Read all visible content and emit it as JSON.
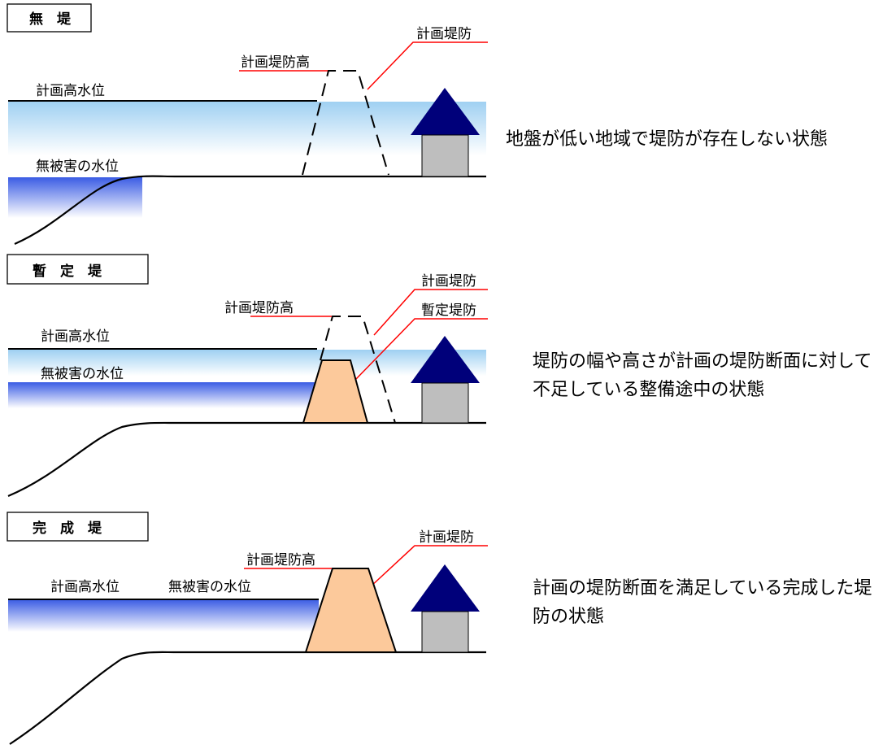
{
  "panels": [
    {
      "title": "無　堤",
      "labels": {
        "high_water": "計画高水位",
        "safe_level": "無被害の水位",
        "levee_height": "計画堤防高",
        "planned_levee": "計画堤防"
      },
      "description": "地盤が低い地域で堤防が存在しない状態"
    },
    {
      "title": "暫　定　堤",
      "labels": {
        "high_water": "計画高水位",
        "safe_level": "無被害の水位",
        "levee_height": "計画堤防高",
        "planned_levee": "計画堤防",
        "provisional_levee": "暫定堤防"
      },
      "description": "堤防の幅や高さが計画の堤防断面に対して不足している整備途中の状態"
    },
    {
      "title": "完　成　堤",
      "labels": {
        "high_water": "計画高水位",
        "safe_level": "無被害の水位",
        "levee_height": "計画堤防高",
        "planned_levee": "計画堤防"
      },
      "description": "計画の堤防断面を満足している完成した堤防の状態"
    }
  ],
  "colors": {
    "house_roof": "#00007a",
    "house_body": "#bebebe",
    "levee_fill": "#fcc99b",
    "leader_line": "#ff0000",
    "water_blue": "#3a5ce4",
    "water_light": "#9fd0f2"
  }
}
